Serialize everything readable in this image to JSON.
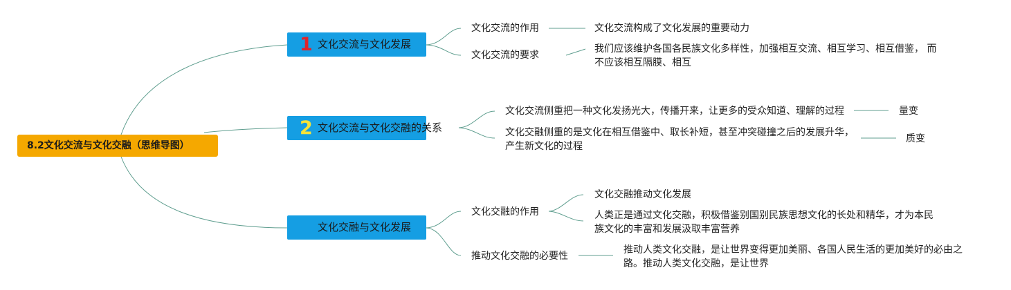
{
  "root": "8.2文化交流与文化交融（思维导图）",
  "branches": [
    {
      "number": "1",
      "title": "文化交流与文化发展",
      "children": [
        {
          "label": "文化交流的作用",
          "detail": "文化交流构成了文化发展的重要动力"
        },
        {
          "label": "文化交流的要求",
          "detail": "我们应该维护各国各民族文化多样性，加强相互交流、相互学习、相互借鉴， 而不应该相互隔膜、相互"
        }
      ]
    },
    {
      "number": "2",
      "title": "文化交流与文化交融的关系",
      "children": [
        {
          "label": "文化交流侧重把一种文化发扬光大，传播开来，让更多的受众知道、理解的过程",
          "detail": "量变"
        },
        {
          "label": "文化交融侧重的是文化在相互借鉴中、取长补短，甚至冲突碰撞之后的发展升华，产生新文化的过程",
          "detail": "质变"
        }
      ]
    },
    {
      "number": "",
      "title": "文化交融与文化发展",
      "children": [
        {
          "label": "文化交融的作用",
          "details": [
            "文化交融推动文化发展",
            "人类正是通过文化交融，积极借鉴别国别民族思想文化的长处和精华，才为本民族文化的丰富和发展汲取丰富营养"
          ]
        },
        {
          "label": "推动文化交融的必要性",
          "detail": "推动人类文化交融，是让世界变得更加美丽、各国人民生活的更加美好的必由之路。推动人类文化交融，是让世界"
        }
      ]
    }
  ],
  "colors": {
    "root": "#f5a800",
    "branch": "#159ee3",
    "num1": "#e0242c",
    "num2": "#f5e33a",
    "line": "#5f9e8f"
  }
}
